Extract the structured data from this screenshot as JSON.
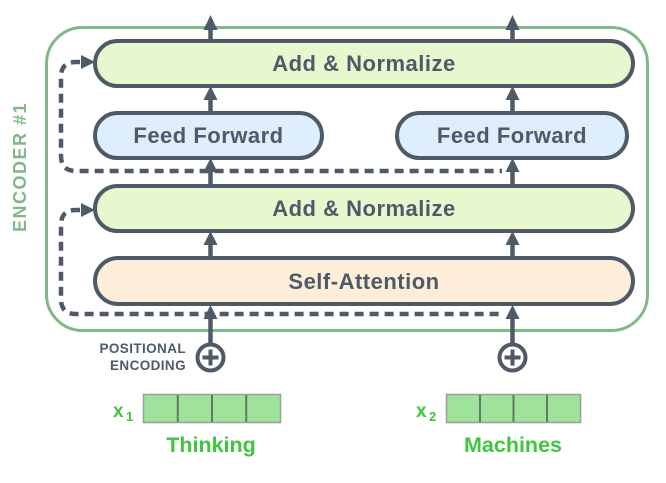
{
  "diagram": {
    "title_context": "Transformer encoder block diagram",
    "encoder": {
      "label": "ENCODER #1"
    },
    "boxes": {
      "add_normalize_top": "Add & Normalize",
      "feed_forward": "Feed Forward",
      "add_normalize_mid": "Add & Normalize",
      "self_attention": "Self-Attention"
    },
    "positional_encoding": {
      "line1": "POSITIONAL",
      "line2": "ENCODING"
    },
    "inputs": [
      {
        "symbol": "x",
        "subscript": "1",
        "word": "Thinking",
        "vector_cells": 4
      },
      {
        "symbol": "x",
        "subscript": "2",
        "word": "Machines",
        "vector_cells": 4
      }
    ],
    "colors": {
      "add_norm_fill": "#e9f7cf",
      "feed_forward_fill": "#dfeefb",
      "self_attention_fill": "#fdeeda",
      "encoder_green": "#82b788",
      "dark_slate": "#4e5a67",
      "label_green": "#3fc53e",
      "vector_fill": "#9ee29b"
    }
  }
}
